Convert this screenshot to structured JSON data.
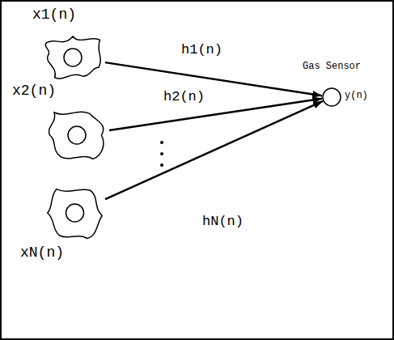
{
  "diagram": {
    "nodes": [
      {
        "text": [
          "x1(n)"
        ]
      },
      {
        "text": [
          "x2(n)"
        ]
      },
      {
        "text": [
          "xN(n)"
        ]
      },
      {
        "text": [
          "Gas Sensor",
          "y(n)"
        ]
      }
    ],
    "edges": [
      {
        "from": 0,
        "to": 3,
        "arrow": "to",
        "label": "h1(n)"
      },
      {
        "from": 1,
        "to": 3,
        "arrow": "to",
        "label": "h2(n)"
      },
      {
        "from": 2,
        "to": 3,
        "arrow": "to",
        "label": "hN(n)"
      }
    ]
  }
}
